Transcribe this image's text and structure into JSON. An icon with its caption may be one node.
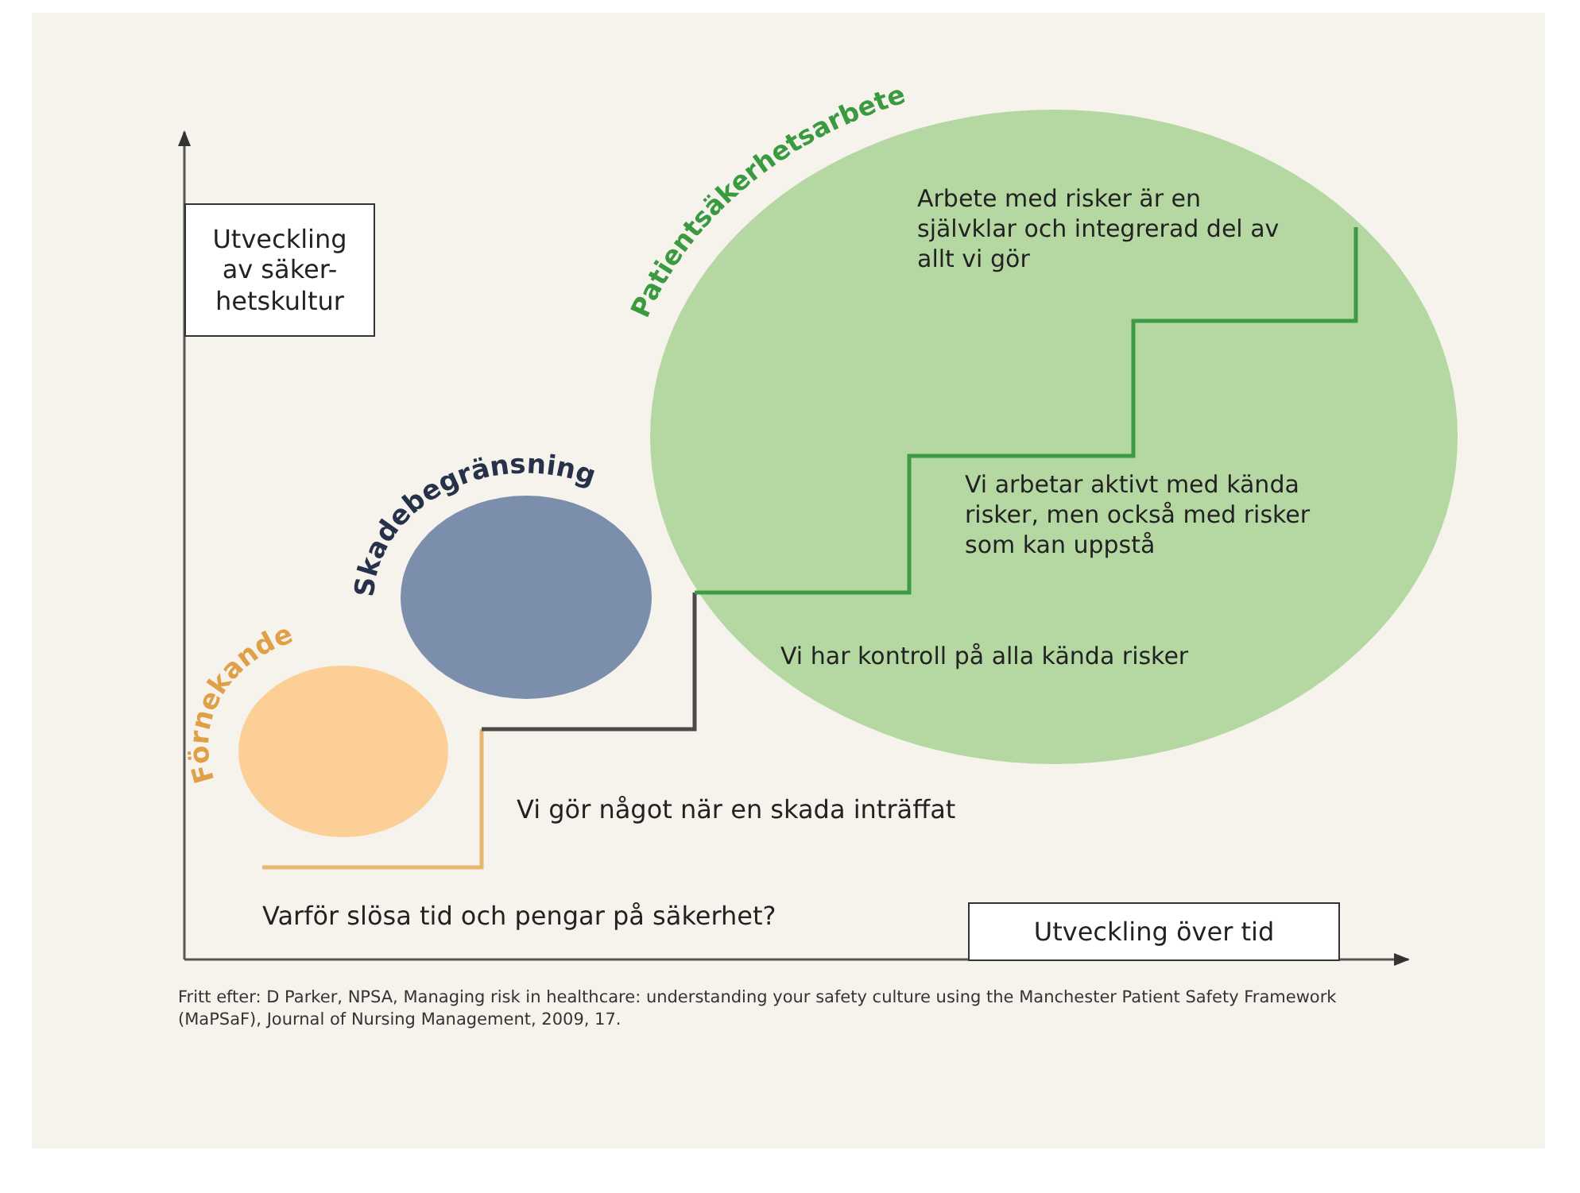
{
  "diagram": {
    "caption": "Fritt efter: D Parker, NPSA, Managing risk in healthcare: understanding your safety culture using the Manchester Patient Safety Framework (MaPSaF), Journal of Nursing Management, 2009, 17.",
    "nodes": [
      {
        "text": [
          "Utveckling av säker- hetskultur"
        ]
      },
      {
        "text": [
          "Förnekande"
        ]
      },
      {
        "text": [
          "Skadebegränsning"
        ]
      },
      {
        "text": [
          "Patientsäkerhetsarbete",
          "Arbete med risker är en självklar och integrerad del av allt vi gör",
          "Vi arbetar aktivt med kända risker, men också med risker som kan uppstå",
          "Vi har kontroll på alla kända risker"
        ]
      },
      {
        "text": [
          "Utveckling över tid"
        ]
      }
    ],
    "edges": [],
    "labels": [
      "Vi gör något när en skada inträffat",
      "Varför slösa tid och pengar på säkerhet?"
    ]
  }
}
